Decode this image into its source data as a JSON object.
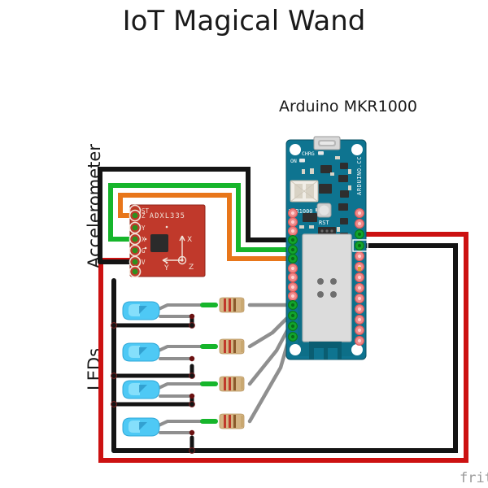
{
  "page": {
    "title": "IoT Magical Wand",
    "watermark": "frit",
    "background_color": "#ffffff"
  },
  "labels": {
    "arduino_board": "Arduino MKR1000",
    "accelerometer": "Accelerometer",
    "leds": "LEDs"
  },
  "arduino": {
    "name": "Arduino MKR1000",
    "silk_model": "MKR1000",
    "silk_reset": "RST",
    "silk_brand": "ARDUINO.CC",
    "led_on_label": "ON",
    "led_chrg_label": "CHRG",
    "pcb_color": "#0e7490",
    "pcb_color_dark": "#0c6175",
    "pad_color": "#f08a8a",
    "pad_ring_color": "#e05a5a",
    "module_color": "#dcdcdc",
    "connected_pad_color": "#12a52c"
  },
  "accelerometer": {
    "model": "ADXL335",
    "pcb_color": "#c0392b",
    "pcb_color_dark": "#a32b1e",
    "pins": [
      "ST",
      "Z",
      "Y",
      "X",
      "G",
      "V"
    ],
    "axes": [
      "X",
      "Y",
      "Z"
    ],
    "chip_color": "#2b2b2b"
  },
  "leds": {
    "count": 4,
    "color": "#4ec9f5",
    "color_light": "#8fe3fb",
    "label": "LEDs"
  },
  "resistors": {
    "count": 4,
    "body_color": "#d4b483",
    "bands": [
      "#c0392b",
      "#c0392b",
      "#8a5a2b"
    ],
    "lead_color": "#9a9a9a"
  },
  "wires": {
    "ground_black": "#141414",
    "power_red": "#cc1111",
    "signal_green": "#16b52b",
    "signal_orange": "#e8761a",
    "signal_gray": "#8f8f8f"
  },
  "connections": [
    {
      "from": "ADXL335 GND",
      "to": "MKR1000 GND",
      "color": "#141414"
    },
    {
      "from": "ADXL335 VCC",
      "to": "MKR1000 VCC",
      "color": "#cc1111"
    },
    {
      "from": "ADXL335 Z",
      "to": "MKR1000 A2",
      "color": "#e8761a"
    },
    {
      "from": "ADXL335 Y",
      "to": "MKR1000 A1",
      "color": "#16b52b"
    },
    {
      "from": "ADXL335 X",
      "to": "MKR1000 A0",
      "color": "#141414"
    },
    {
      "from": "LED1 anode",
      "to": "MKR1000 D2",
      "color": "#8f8f8f"
    },
    {
      "from": "LED2 anode",
      "to": "MKR1000 D3",
      "color": "#8f8f8f"
    },
    {
      "from": "LED3 anode",
      "to": "MKR1000 D4",
      "color": "#8f8f8f"
    },
    {
      "from": "LED4 anode",
      "to": "MKR1000 D5",
      "color": "#8f8f8f"
    }
  ]
}
